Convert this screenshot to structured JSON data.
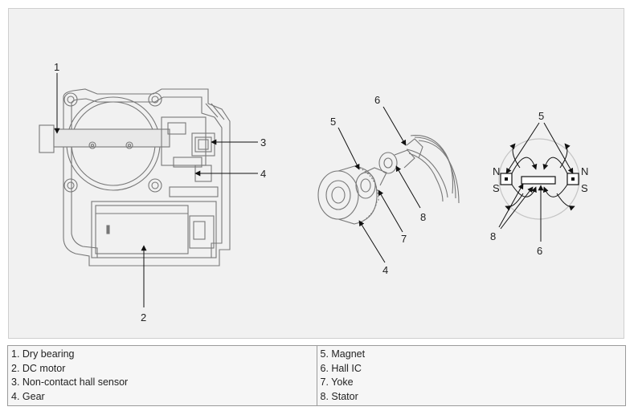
{
  "diagram": {
    "callouts": {
      "c1": "1",
      "c2": "2",
      "c3": "3",
      "c4": "4",
      "c5": "5",
      "c6": "6",
      "c7": "7",
      "c8": "8",
      "c4b": "4",
      "c5b": "5",
      "c6b": "6",
      "c8b": "8"
    },
    "pole_labels": {
      "n_left": "N",
      "s_left": "S",
      "n_right": "N",
      "s_right": "S"
    }
  },
  "legend": {
    "left": [
      "1. Dry bearing",
      "2. DC motor",
      "3. Non-contact hall sensor",
      "4. Gear"
    ],
    "right": [
      "5. Magnet",
      "6. Hall IC",
      "7. Yoke",
      "8. Stator"
    ]
  }
}
